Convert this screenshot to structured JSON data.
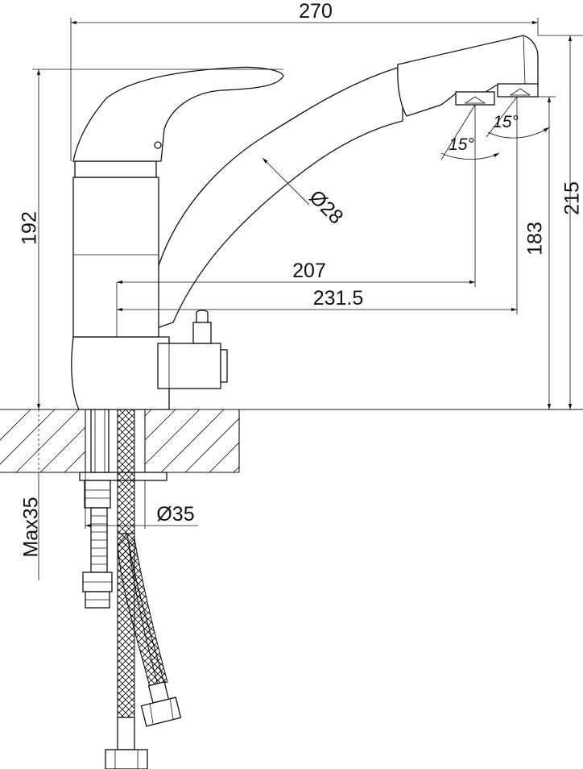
{
  "dimensions": {
    "overall_width": "270",
    "overall_height": "215",
    "body_height": "192",
    "spout_height": "183",
    "spout_diameter": "Ø28",
    "reach_207": "207",
    "reach_231": "231.5",
    "angle_left": "15°",
    "angle_right": "15°",
    "mount_hole": "Ø35",
    "max_thickness": "Max35"
  }
}
